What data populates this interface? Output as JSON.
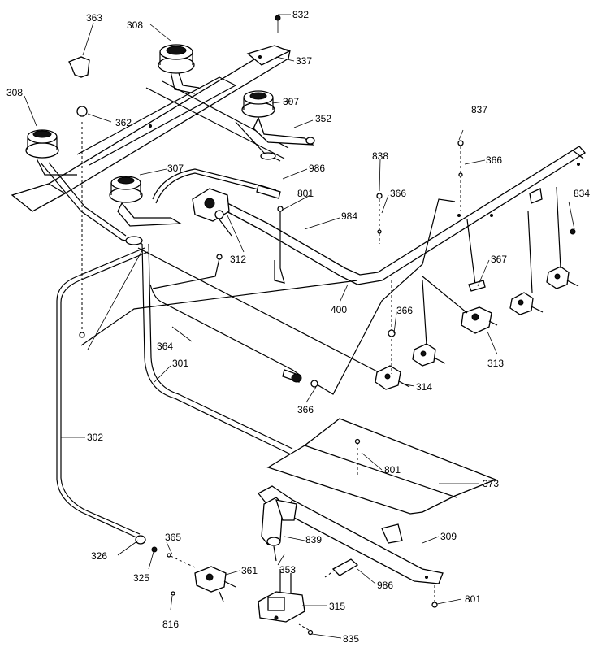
{
  "diagram": {
    "callouts": [
      {
        "id": "c832",
        "text": "832"
      },
      {
        "id": "c363",
        "text": "363"
      },
      {
        "id": "c308a",
        "text": "308"
      },
      {
        "id": "c337",
        "text": "337"
      },
      {
        "id": "c307a",
        "text": "307"
      },
      {
        "id": "c308b",
        "text": "308"
      },
      {
        "id": "c362",
        "text": "362"
      },
      {
        "id": "c352",
        "text": "352"
      },
      {
        "id": "c837",
        "text": "837"
      },
      {
        "id": "c838",
        "text": "838"
      },
      {
        "id": "c366a",
        "text": "366"
      },
      {
        "id": "c307b",
        "text": "307"
      },
      {
        "id": "c986a",
        "text": "986"
      },
      {
        "id": "c801a",
        "text": "801"
      },
      {
        "id": "c366b",
        "text": "366"
      },
      {
        "id": "c834",
        "text": "834"
      },
      {
        "id": "c984",
        "text": "984"
      },
      {
        "id": "c312",
        "text": "312"
      },
      {
        "id": "c367",
        "text": "367"
      },
      {
        "id": "c400",
        "text": "400"
      },
      {
        "id": "c366c",
        "text": "366"
      },
      {
        "id": "c364",
        "text": "364"
      },
      {
        "id": "c313",
        "text": "313"
      },
      {
        "id": "c301",
        "text": "301"
      },
      {
        "id": "c314",
        "text": "314"
      },
      {
        "id": "c366d",
        "text": "366"
      },
      {
        "id": "c302",
        "text": "302"
      },
      {
        "id": "c801b",
        "text": "801"
      },
      {
        "id": "c373",
        "text": "373"
      },
      {
        "id": "c365",
        "text": "365"
      },
      {
        "id": "c839",
        "text": "839"
      },
      {
        "id": "c309",
        "text": "309"
      },
      {
        "id": "c326",
        "text": "326"
      },
      {
        "id": "c353",
        "text": "353"
      },
      {
        "id": "c361",
        "text": "361"
      },
      {
        "id": "c325",
        "text": "325"
      },
      {
        "id": "c986b",
        "text": "986"
      },
      {
        "id": "c801c",
        "text": "801"
      },
      {
        "id": "c315",
        "text": "315"
      },
      {
        "id": "c816",
        "text": "816"
      },
      {
        "id": "c835",
        "text": "835"
      }
    ]
  }
}
